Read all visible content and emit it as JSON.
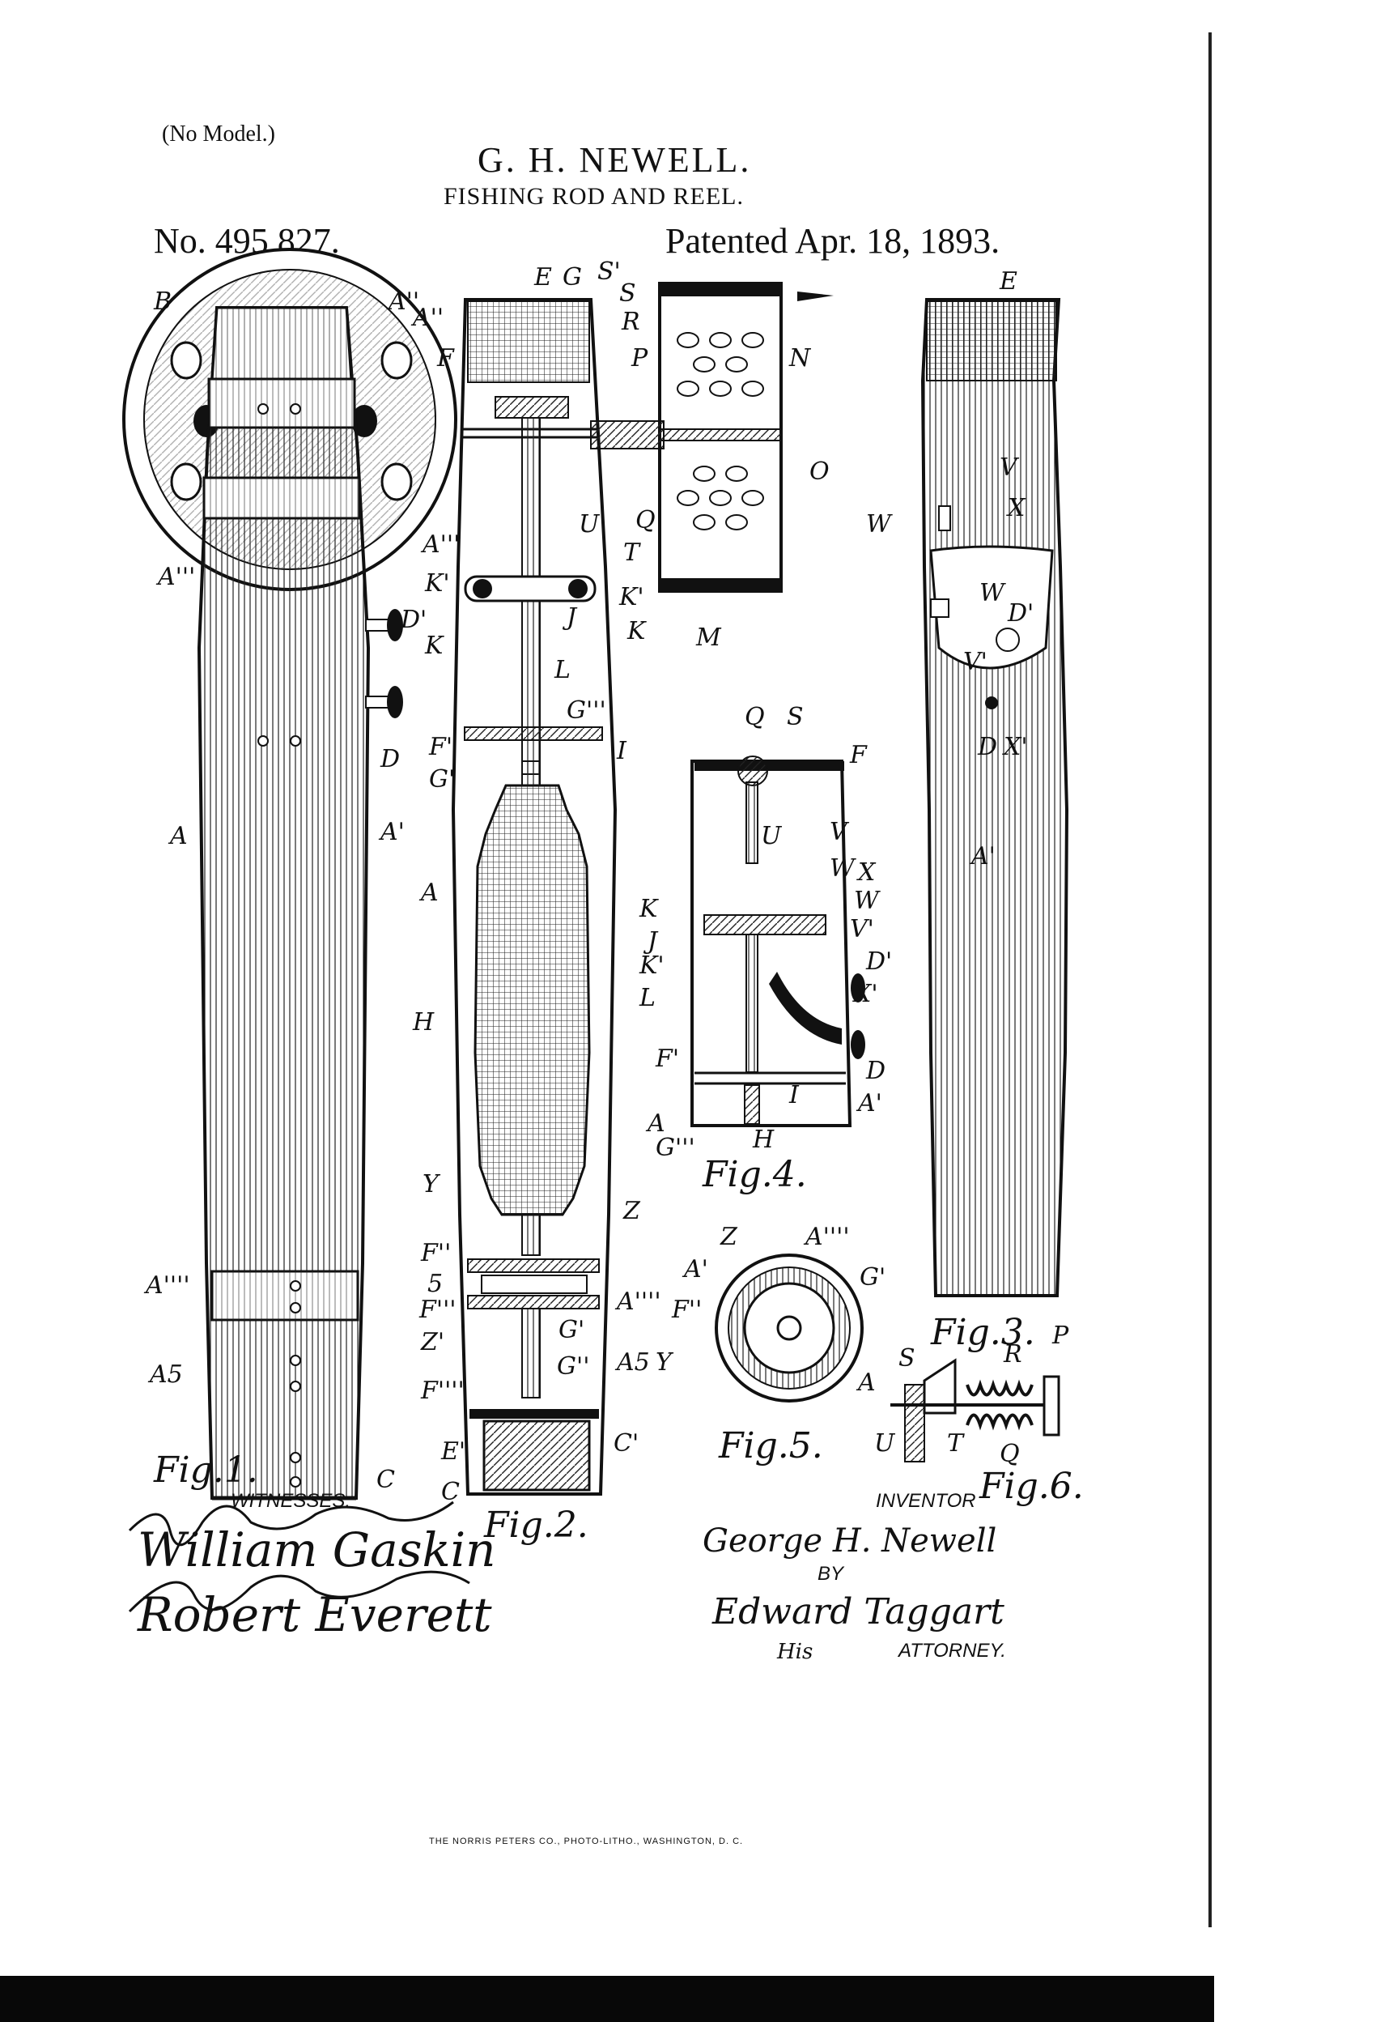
{
  "header": {
    "no_model": "(No Model.)",
    "inventor_name": "G. H. NEWELL.",
    "title": "FISHING ROD AND REEL.",
    "patent_number": "No. 495,827.",
    "patent_date": "Patented Apr. 18, 1893."
  },
  "figures": [
    {
      "id": "fig1",
      "label": "Fig.1."
    },
    {
      "id": "fig2",
      "label": "Fig.2."
    },
    {
      "id": "fig3",
      "label": "Fig.3."
    },
    {
      "id": "fig4",
      "label": "Fig.4."
    },
    {
      "id": "fig5",
      "label": "Fig.5."
    },
    {
      "id": "fig6",
      "label": "Fig.6."
    }
  ],
  "reference_letters": {
    "fig1": [
      "B",
      "A''",
      "A'''",
      "A",
      "D'",
      "D",
      "A'",
      "A''''",
      "A5",
      "C"
    ],
    "fig2": [
      "E",
      "G",
      "S'",
      "S",
      "R",
      "P",
      "A''",
      "F",
      "A'''",
      "K'",
      "K",
      "J",
      "K'",
      "K",
      "L",
      "G'''",
      "F'",
      "G'",
      "I",
      "A",
      "H",
      "Y",
      "Z",
      "F''",
      "5",
      "F'''",
      "Z'",
      "G'",
      "G''",
      "A5",
      "F''''",
      "A''''",
      "E'",
      "C'",
      "C"
    ],
    "fig_reel": [
      "N",
      "O",
      "U",
      "Q",
      "T",
      "M"
    ],
    "fig3_side": [
      "E",
      "V",
      "W",
      "X",
      "W",
      "D'",
      "V'",
      "D",
      "X'",
      "A'"
    ],
    "fig4": [
      "Q",
      "S",
      "F",
      "U",
      "V",
      "W",
      "X",
      "K",
      "W",
      "V'",
      "J",
      "D'",
      "K'",
      "L",
      "X'",
      "F'",
      "D",
      "A",
      "I",
      "A'",
      "G'''",
      "H"
    ],
    "fig5": [
      "Z",
      "A''''",
      "A'",
      "G'",
      "F''",
      "Y",
      "A"
    ],
    "fig6": [
      "P",
      "S",
      "R",
      "U",
      "T",
      "Q"
    ]
  },
  "witnesses": {
    "label": "WITNESSES:",
    "signatures": [
      "William Gaskin",
      "Robert Everett"
    ]
  },
  "inventor": {
    "label": "INVENTOR",
    "signature": "George H. Newell",
    "by": "BY",
    "attorney_signature": "Edward Taggart",
    "his": "His",
    "attorney_label": "ATTORNEY."
  },
  "printer": "THE NORRIS PETERS CO., PHOTO-LITHO., WASHINGTON, D. C."
}
